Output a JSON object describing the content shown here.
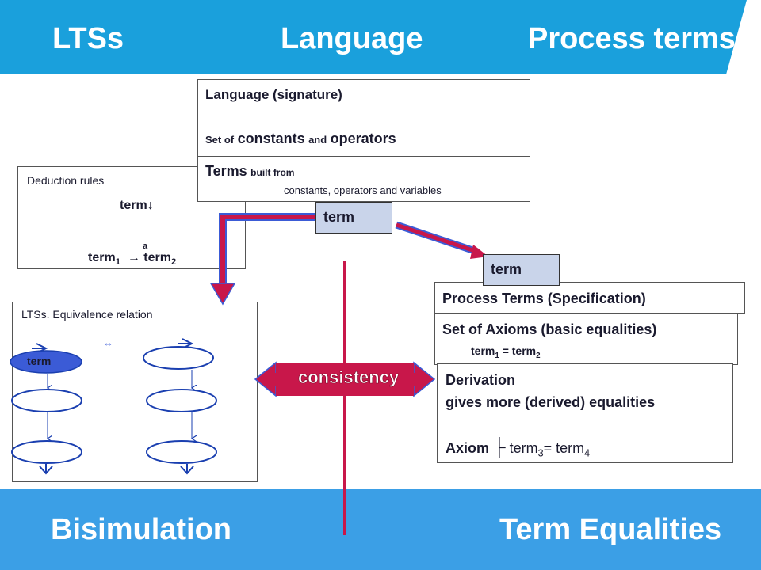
{
  "header": {
    "col1": "LTSs",
    "col2": "Language",
    "col3": "Process terms"
  },
  "footer": {
    "left": "Bisimulation",
    "right": "Term Equalities"
  },
  "language_box": {
    "title": "Language (signature)",
    "set_of": "Set of",
    "constants": "constants",
    "and": "and",
    "operators": "operators"
  },
  "terms_box": {
    "terms": "Terms",
    "built_from": "built from",
    "detail": "constants, operators and variables"
  },
  "deduction_box": {
    "title": "Deduction rules",
    "term_down": "term",
    "down_arrow": "↓",
    "term1": "term",
    "sub1": "1",
    "label_a": "a",
    "arrow": "→",
    "term2": "term",
    "sub2": "2"
  },
  "term_chip_top": "term",
  "term_chip_right": "term",
  "lts_box": {
    "title": "LTSs. Equivalence relation",
    "bisim_symbol": "⇔",
    "initial_state_label": "term"
  },
  "process_terms_box": {
    "title": "Process Terms (Specification)"
  },
  "axioms_box": {
    "title": "Set of Axioms (basic equalities)",
    "eq_term1": "term",
    "eq_sub1": "1",
    "eq_mid": " = term",
    "eq_sub2": "2"
  },
  "derivation_box": {
    "line1": "Derivation",
    "line2": "gives more (derived) equalities",
    "axiom": "Axiom",
    "turnstile": "├",
    "t3": "term",
    "sub3": "3",
    "eq": "= term",
    "sub4": "4"
  },
  "consistency_label": "consistency",
  "colors": {
    "banner_top": "#1aa0dc",
    "banner_bottom": "#3b9fe6",
    "accent_arrow": "#c8174a",
    "chip": "#c9d4ea",
    "state": "#3b5bd6"
  }
}
